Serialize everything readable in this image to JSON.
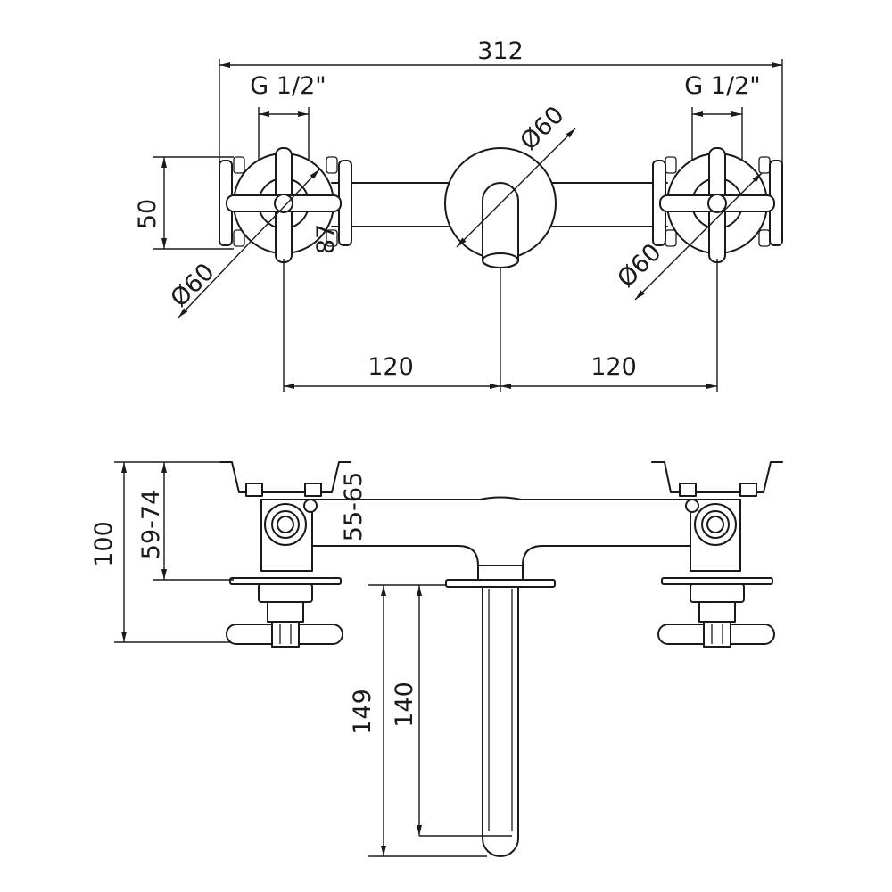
{
  "drawing": {
    "top_view": {
      "overall_width": "312",
      "connection_left": "G 1/2\"",
      "connection_right": "G 1/2\"",
      "height_50": "50",
      "spout_diameter": "Ø60",
      "left_handle_diameter": "Ø60",
      "right_handle_diameter": "Ø60",
      "left_spacing": "120",
      "right_spacing": "120",
      "small_dim": "87"
    },
    "side_view": {
      "total_depth": "100",
      "body_depth_range": "59-74",
      "wall_depth_range": "55-65",
      "spout_length_outer": "149",
      "spout_length_inner": "140"
    },
    "colors": {
      "line": "#1a1a1a",
      "background": "#ffffff"
    }
  }
}
